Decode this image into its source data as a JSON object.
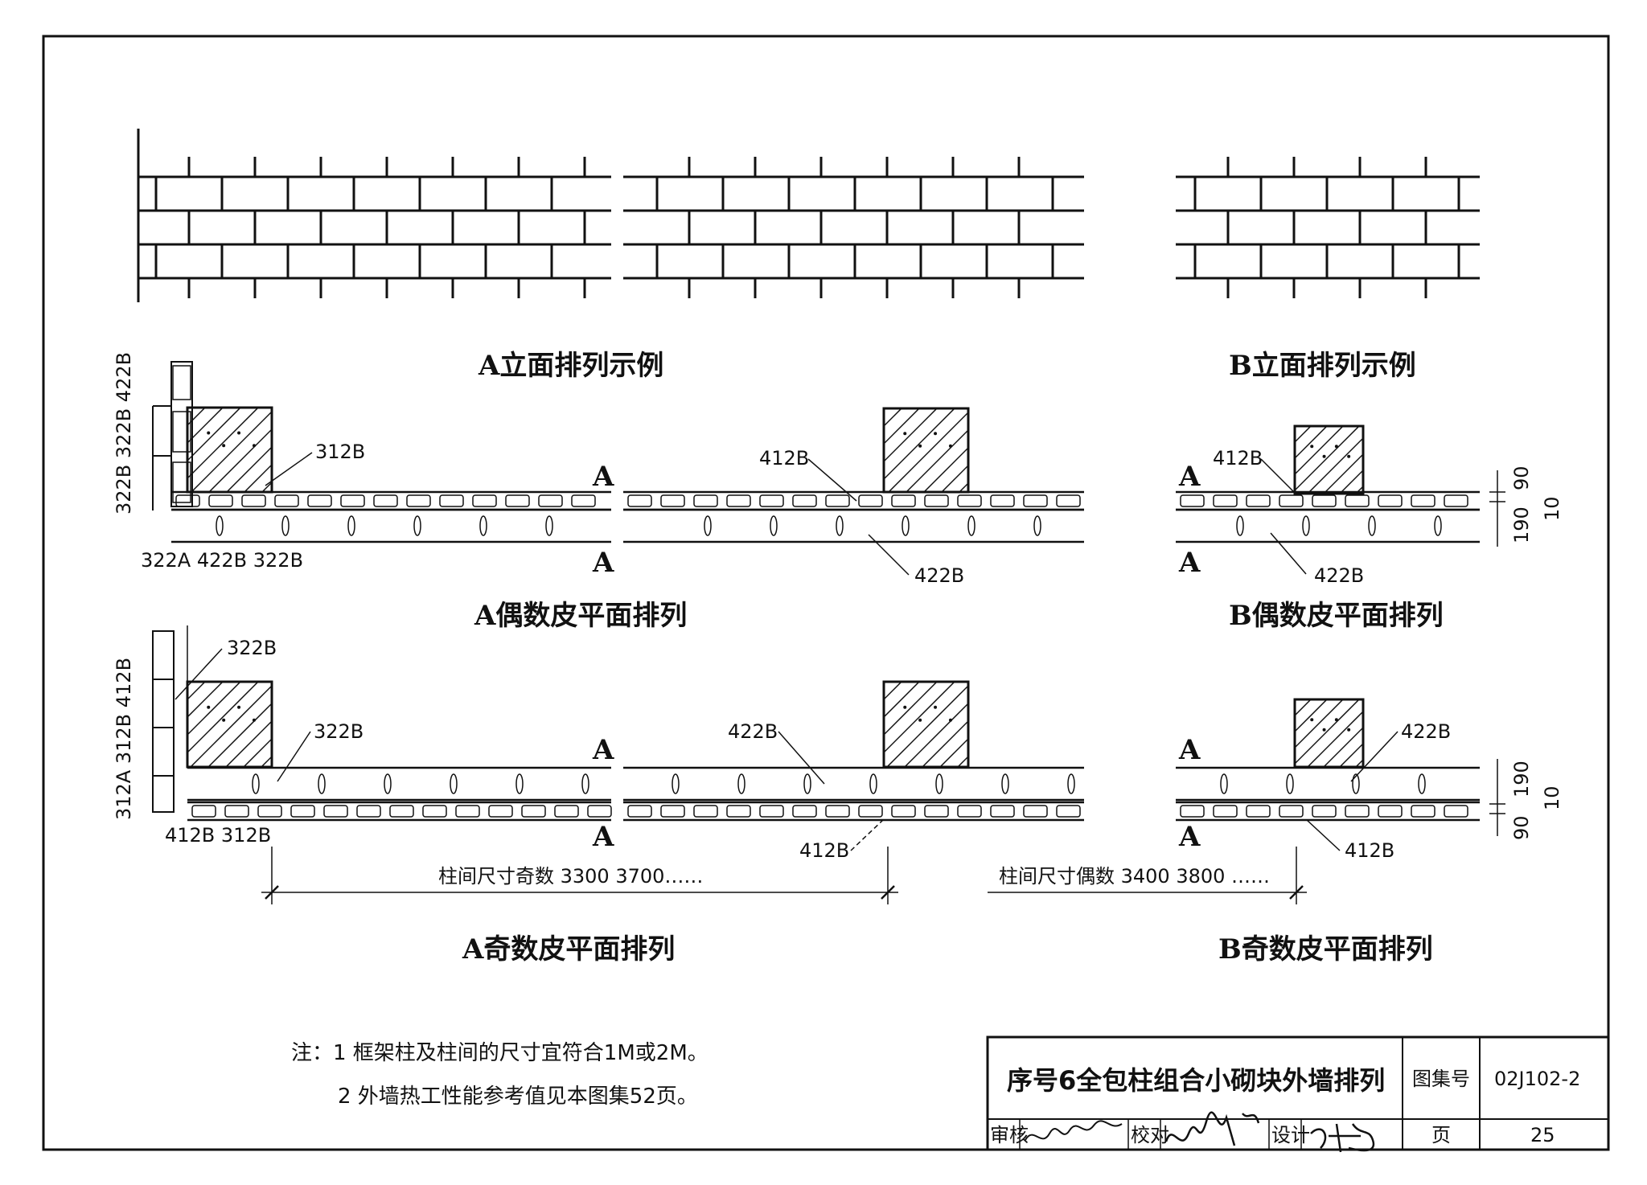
{
  "titles": {
    "a_elev": "A立面排列示例",
    "b_elev": "B立面排列示例",
    "a_even": "A偶数皮平面排列",
    "b_even": "B偶数皮平面排列",
    "a_odd": "A奇数皮平面排列",
    "b_odd": "B奇数皮平面排列"
  },
  "section_mark": "A",
  "section_mark_b": "A",
  "labels": {
    "a_even_left_vertical": "322B 322B 422B",
    "a_even_312b": "312B",
    "a_even_bottom": "322A 422B 322B",
    "a_even_412b": "412B",
    "a_even_422b": "422B",
    "b_even_412b": "412B",
    "b_even_422b": "422B",
    "a_odd_left_vertical": "312A 312B 412B",
    "a_odd_322b_top": "322B",
    "a_odd_322b": "322B",
    "a_odd_bottom": "412B 312B",
    "a_odd_422b": "422B",
    "a_odd_412b": "412B",
    "b_odd_422b": "422B",
    "b_odd_412b": "412B",
    "dim_90": "90",
    "dim_10": "10",
    "dim_190": "190",
    "dim_odd": "柱间尺寸奇数  3300 3700……",
    "dim_even": "柱间尺寸偶数  3400 3800 ……"
  },
  "notes": {
    "line1": "注：1  框架柱及柱间的尺寸宜符合1M或2M。",
    "line2": "2  外墙热工性能参考值见本图集52页。"
  },
  "title_block": {
    "title": "序号6全包柱组合小砌块外墙排列",
    "atlas_label": "图集号",
    "atlas_no": "02J102-2",
    "review": "审核",
    "check": "校对",
    "design": "设计",
    "page_label": "页",
    "page_no": "25"
  }
}
